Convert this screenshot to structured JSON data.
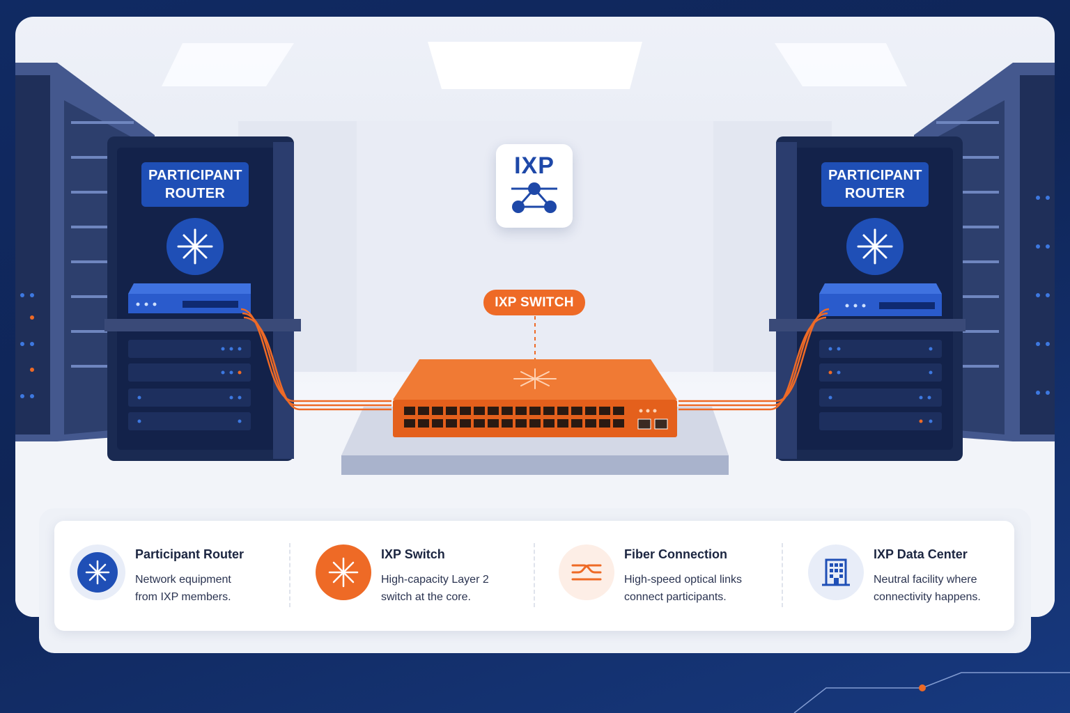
{
  "scene": {
    "left_rack_label": [
      "PARTICIPANT",
      "ROUTER"
    ],
    "right_rack_label": [
      "PARTICIPANT",
      "ROUTER"
    ],
    "ixp_badge": "IXP",
    "switch_label": "IXP SWITCH"
  },
  "legend": [
    {
      "title": "Participant Router",
      "desc": "Network equipment from IXP members.",
      "icon": "router-icon"
    },
    {
      "title": "IXP Switch",
      "desc": "High-capacity Layer 2 switch at the core.",
      "icon": "switch-icon"
    },
    {
      "title": "Fiber Connection",
      "desc": "High-speed optical links connect participants.",
      "icon": "fiber-icon"
    },
    {
      "title": "IXP Data Center",
      "desc": "Neutral facility where connectivity happens.",
      "icon": "building-icon"
    }
  ],
  "colors": {
    "navy": "#14306e",
    "blue": "#1f4fb6",
    "orange": "#ee6a26",
    "rack_dark": "#1a2a52"
  }
}
